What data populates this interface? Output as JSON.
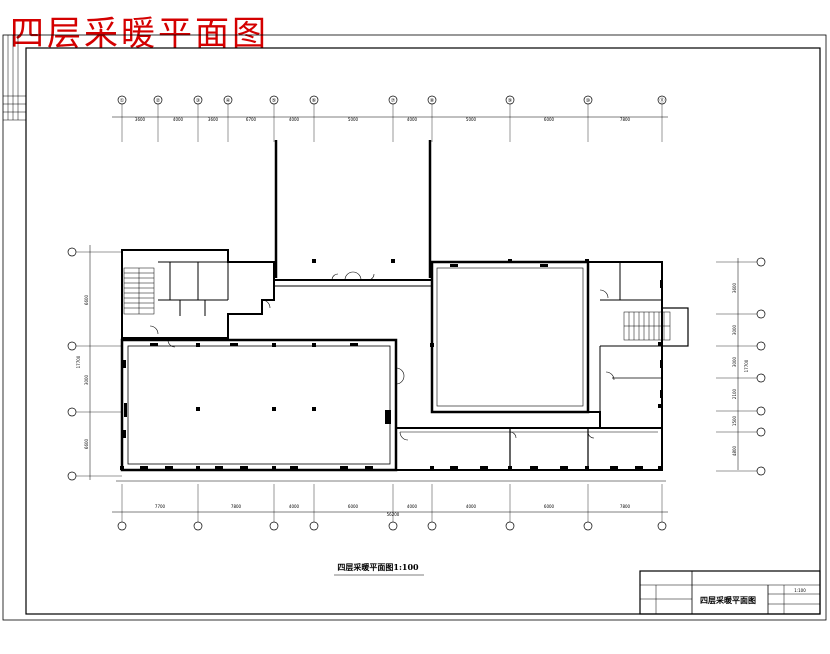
{
  "page_heading": "四层采暖平面图",
  "drawing_caption": "四层采暖平面图1:100",
  "title_block": {
    "drawing_name": "四层采暖平面图",
    "scale": "1:100"
  },
  "grid_axes": {
    "top": [
      "①",
      "②",
      "③",
      "④",
      "⑤",
      "⑥",
      "⑦",
      "⑧",
      "⑨",
      "⑩",
      "⑪"
    ],
    "bottom": [
      "①",
      "②",
      "③",
      "④",
      "⑤",
      "⑥",
      "⑦",
      "⑧",
      "⑨",
      "⑩",
      "⑪"
    ],
    "left": [
      "Ⓓ",
      "Ⓒ",
      "Ⓑ",
      "Ⓐ"
    ],
    "right": [
      "Ⓕ",
      "Ⓔ",
      "Ⓓ",
      "Ⓒ",
      "Ⓑ",
      "Ⓐ"
    ]
  },
  "dimensions": {
    "top": [
      "3600",
      "4000",
      "3600",
      "6700",
      "4000",
      "5000",
      "4000",
      "5000",
      "6000",
      "7800"
    ],
    "bottom": [
      "7700",
      "7800",
      "4000",
      "6000",
      "4000",
      "4000",
      "6000",
      "7800"
    ],
    "bottom_total": "56200",
    "left": [
      "6600",
      "3000",
      "6600"
    ],
    "left_total": "17700",
    "right": [
      "3600",
      "3000",
      "3000",
      "2100",
      "1500",
      "4800"
    ],
    "right_total": "17700"
  },
  "colors": {
    "heading": "#d40000",
    "lines": "#000000"
  }
}
